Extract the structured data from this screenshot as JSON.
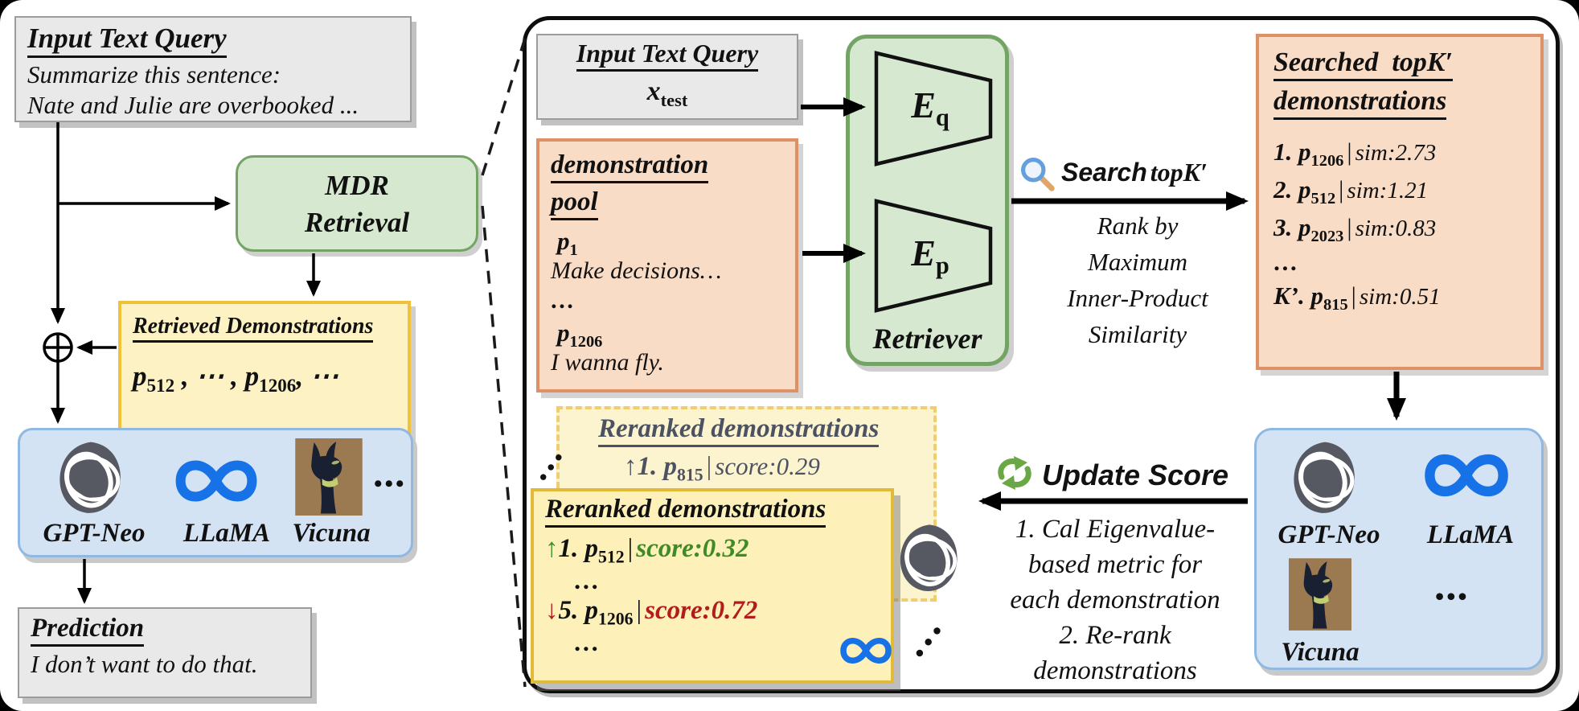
{
  "colors": {
    "sheet_bg": "#ffffff",
    "outer_bg": "#000000",
    "gray_box": "#e9e9e9",
    "green_box": "#d7e8d0",
    "yellow_box": "#fdf2c3",
    "orange_box": "#f9dcc6",
    "blue_box": "#d3e3f4",
    "rerank_front": "#fdf0b8",
    "rerank_back": "#fcf4cf",
    "score_up": "#3f8b28",
    "score_down": "#b31c1c",
    "meta_blue": "#1772e8",
    "back_text": "#4d5263"
  },
  "left": {
    "input_query": {
      "title": "Input Text Query",
      "line1": "Summarize this sentence:",
      "line2": "Nate and Julie are overbooked ..."
    },
    "mdr": {
      "line1": "MDR",
      "line2": "Retrieval"
    },
    "retrieved": {
      "title": "Retrieved Demonstrations",
      "p": "p",
      "sub1": "512",
      "mid": " , ⋯ , ",
      "sub2": "1206",
      "tail": ", ⋯"
    },
    "prediction": {
      "title": "Prediction",
      "text": "I don’t want to do that."
    },
    "models": {
      "gptneo": "GPT-Neo",
      "llama": "LLaMA",
      "vicuna": "Vicuna",
      "more": "•••"
    }
  },
  "panel": {
    "input_query": {
      "title": "Input Text Query",
      "x": "x",
      "x_sub": "test"
    },
    "pool": {
      "title1": "demonstration",
      "title2": "pool",
      "p": "p",
      "e1_sub": "1",
      "e1_text": "Make decisions…",
      "dots": "…",
      "e2_sub": "1206",
      "e2_text": "I wanna fly."
    },
    "retriever": {
      "e": "E",
      "eq_sub": "q",
      "ep_sub": "p",
      "label": "Retriever"
    },
    "search": {
      "verb": "Search",
      "topk": "topK′",
      "lines": [
        "Rank by",
        "Maximum",
        "Inner-Product",
        "Similarity"
      ]
    },
    "searched": {
      "title1": "Searched  topK′",
      "title2": "demonstrations",
      "p": "p",
      "bar": "|",
      "items": [
        {
          "rank": "1.",
          "sub": "1206",
          "sim": "sim:2.73"
        },
        {
          "rank": "2.",
          "sub": "512",
          "sim": "sim:1.21"
        },
        {
          "rank": "3.",
          "sub": "2023",
          "sim": "sim:0.83"
        }
      ],
      "dots": "…",
      "last_rank": "K’.",
      "last_sub": "815",
      "last_sim": "sim:0.51"
    },
    "update": {
      "label": "Update Score",
      "lines": [
        "1. Cal Eigenvalue-",
        "based metric for",
        "each demonstration",
        "2. Re-rank",
        "demonstrations"
      ]
    },
    "rerank_back": {
      "title": "Reranked demonstrations",
      "arrow": "↑",
      "rank": "1.",
      "p": "p",
      "sub": "815",
      "bar": "|",
      "score": "score:0.29"
    },
    "rerank_front": {
      "title": "Reranked demonstrations",
      "p": "p",
      "bar": "|",
      "dots": "…",
      "row1": {
        "arrow": "↑",
        "rank": "1.",
        "sub": "512",
        "score": "score:0.32"
      },
      "row2": {
        "arrow": "↓",
        "rank": "5.",
        "sub": "1206",
        "score": "score:0.72"
      }
    },
    "models": {
      "gptneo": "GPT-Neo",
      "llama": "LLaMA",
      "vicuna": "Vicuna",
      "more": "•••"
    },
    "stack_dots": "…"
  }
}
